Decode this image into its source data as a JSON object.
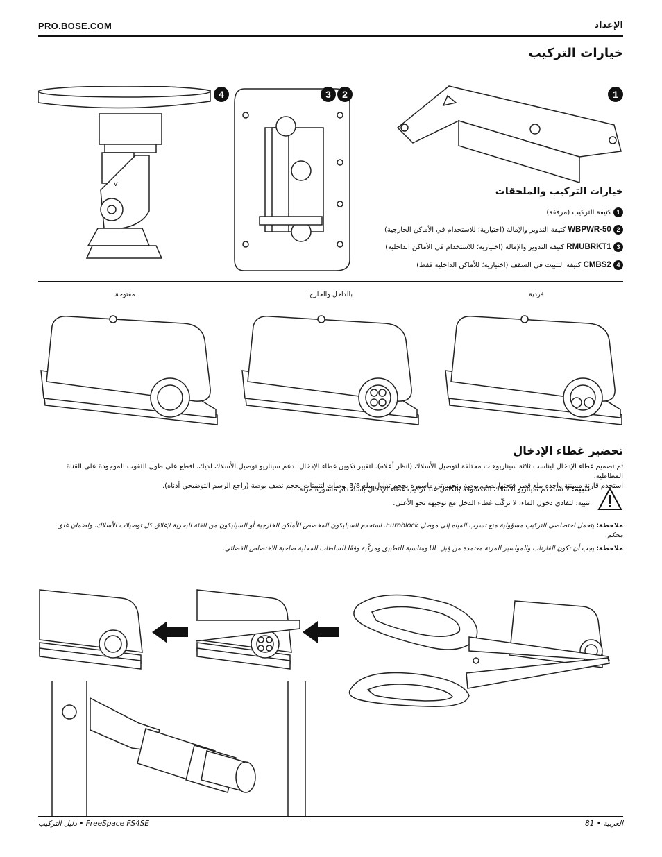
{
  "header": {
    "site": "PRO.BOSE.COM",
    "section": "الإعداد"
  },
  "bracket_section": {
    "title": "خيارات التركيب",
    "subtitle": "خيارات التركيب والملحقات",
    "callouts": [
      "1",
      "2",
      "3",
      "4"
    ],
    "options": [
      {
        "num": "1",
        "code": "",
        "text": "كتيفة التركيب (مرفقة)"
      },
      {
        "num": "2",
        "code": "WBPWR-50",
        "text": "كتيفة التدوير والإمالة (اختيارية؛ للاستخدام في الأماكن الخارجية)"
      },
      {
        "num": "3",
        "code": "RMUBRKT1",
        "text": "كتيفة التدوير والإمالة (اختيارية؛ للاستخدام في الأماكن الداخلية)"
      },
      {
        "num": "4",
        "code": "CMBS2",
        "text": "كتيفة التثبيت في السقف (اختيارية؛ للأماكن الداخلية فقط)"
      }
    ]
  },
  "cover_captions": {
    "single": "فردية",
    "in_out": "بالداخل والخارج",
    "open": "مفتوحة"
  },
  "cover_section": {
    "title": "تحضير غطاء الإدخال",
    "para_line1": "تم تصميم غطاء الإدخال ليناسب ثلاثة سيناريوهات مختلفة لتوصيل الأسلاك (انظر أعلاه). لتغيير تكوين غطاء الإدخال لدعم سيناريو توصيل الأسلاك لديك، اقطع على طول الثقوب الموجودة على القناة المطاطية.",
    "para_line2": "استخدم قارنة مسننة واحدة يبلغ قطر فتحتها نصف بوصة وتجهيزتي ماسورة بحجم تداول يبلغ 3/8 بوصات لتثبيتات بحجم نصف بوصة (راجع الرسم التوضيحي أدناه).",
    "caution1_label": "تنبيه:",
    "caution1_text": "لا تستخدم سيناريو الأسلاك المكشوفة بالكامل عند تركيب غطاء الإدخال باستخدام ماسورة مرنة.",
    "caution2_label": "تنبيه:",
    "caution2_text": "لتفادي دخول الماء، لا تركّب غطاء الدخل مع توجيهه نحو الأعلى.",
    "note1_label": "ملاحظة:",
    "note1_line1": "يتحمل اختصاصي التركيب مسؤولية منع تسرب المياه إلى موصل Euroblock. استخدم السيليكون المخصص للأماكن الخارجية أو السيليكون من الفئة البحرية لإغلاق كل توصيلات الأسلاك، ولضمان غلق",
    "note1_line2": "محكم.",
    "note2_label": "ملاحظة:",
    "note2_text": "يجب أن تكون القارنات والمواسير المرنة معتمدة من قِبل UL ومناسبة للتطبيق ومركّبة وفقًا للسلطات المحلية صاحبة الاختصاص القضائي."
  },
  "footer": {
    "left": "دليل التركيب • FreeSpace FS4SE",
    "right": "العربية • 81"
  }
}
